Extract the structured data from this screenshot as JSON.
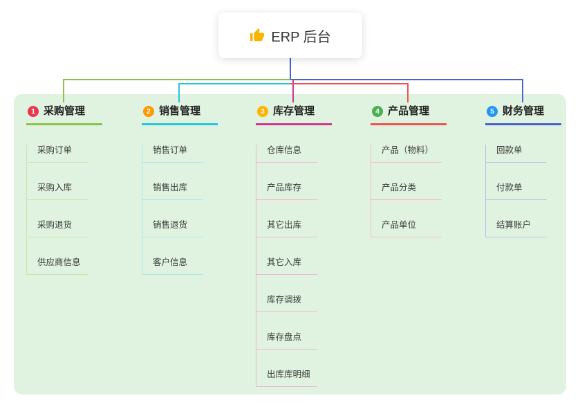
{
  "root": {
    "label": "ERP 后台"
  },
  "branches": [
    {
      "number": "1",
      "label": "采购管理",
      "children": [
        "采购订单",
        "采购入库",
        "采购退货",
        "供应商信息"
      ]
    },
    {
      "number": "2",
      "label": "销售管理",
      "children": [
        "销售订单",
        "销售出库",
        "销售退货",
        "客户信息"
      ]
    },
    {
      "number": "3",
      "label": "库存管理",
      "children": [
        "仓库信息",
        "产品库存",
        "其它出库",
        "其它入库",
        "库存调拨",
        "库存盘点",
        "出库库明细"
      ]
    },
    {
      "number": "4",
      "label": "产品管理",
      "children": [
        "产品（物料）",
        "产品分类",
        "产品单位"
      ]
    },
    {
      "number": "5",
      "label": "财务管理",
      "children": [
        "回款单",
        "付款单",
        "结算账户"
      ]
    }
  ],
  "colors": {
    "canvas_background": "#e0f3e0",
    "root_stem": "#4c61cf",
    "branch_lines": [
      "#8bc34a",
      "#26c6da",
      "#d0368f",
      "#ef5350",
      "#4c61cf"
    ],
    "branch_child_lines": [
      "#c8e6a6",
      "#a8e6ee",
      "#f2b4d5",
      "#f8bdbb",
      "#b9c2ec"
    ],
    "badges": [
      "#e8384f",
      "#ff9800",
      "#ffb300",
      "#4caf50",
      "#2196f3"
    ],
    "thumb_icon": "#f7b500"
  }
}
